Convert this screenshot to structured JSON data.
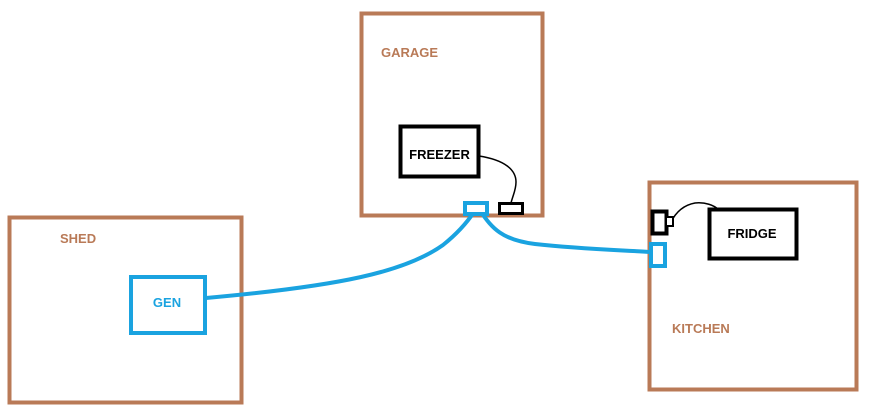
{
  "rooms": {
    "garage": {
      "label": "GARAGE"
    },
    "shed": {
      "label": "SHED"
    },
    "kitchen": {
      "label": "KITCHEN"
    }
  },
  "appliances": {
    "freezer": {
      "label": "FREEZER"
    },
    "fridge": {
      "label": "FRIDGE"
    },
    "generator": {
      "label": "GEN"
    }
  },
  "colors": {
    "room_border": "#b97a57",
    "room_label": "#b97a57",
    "appliance_border": "#000000",
    "power_cable": "#1aa3e0",
    "background": "#ffffff"
  }
}
